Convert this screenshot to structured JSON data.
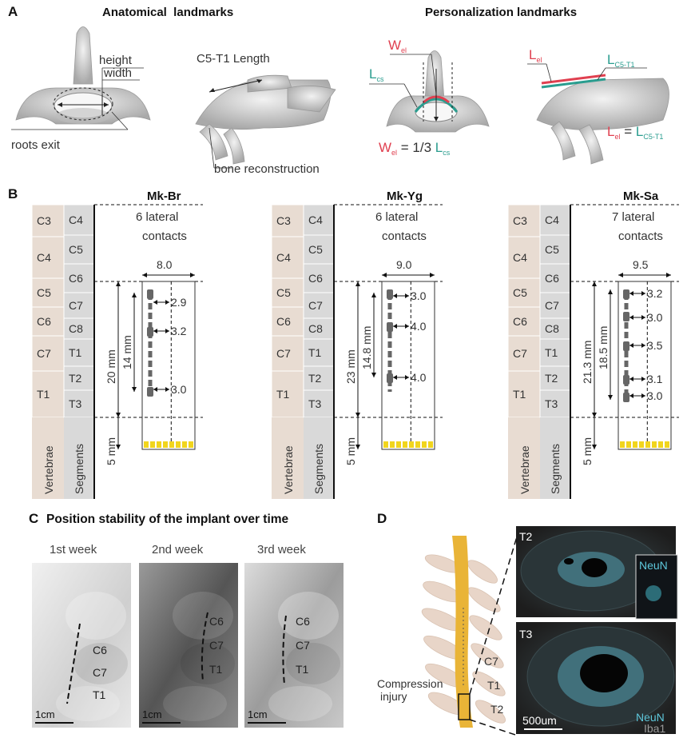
{
  "panels": {
    "A": {
      "label": "A",
      "title_left": "Anatomical  landmarks",
      "title_right": "Personalization landmarks",
      "height_label": "height",
      "width_label": "width",
      "roots_label": "roots exit",
      "length_label": "C5-T1 Length",
      "bone_label": "bone reconstruction",
      "wel_main": "W",
      "wel_sub": "el",
      "lcs_main": "L",
      "lcs_sub": "cs",
      "lel_main": "L",
      "lel_sub": "el",
      "lc5_main": "L",
      "lc5_sub": "C5-T1",
      "formula1_a": "W",
      "formula1_sub": "el",
      "formula1_b": " = 1/3 ",
      "formula1_c": "L",
      "formula1_csub": "cs",
      "formula2_a": "L",
      "formula2_sub": "el",
      "formula2_b": " = ",
      "formula2_c": "L",
      "formula2_csub": "C5-T1"
    },
    "B": {
      "label": "B",
      "vert_label": "Vertebrae",
      "seg_label": "Segments",
      "sub_b": "Mk-Br",
      "sub_c": "Mk-Yg",
      "sub_d": "Mk-Sa",
      "contacts_b": [
        "6 lateral",
        "contacts"
      ],
      "contacts_c": [
        "6 lateral",
        "contacts"
      ],
      "contacts_d": [
        "7 lateral",
        "contacts"
      ],
      "vertebrae": [
        "C3",
        "C4",
        "C5",
        "C6",
        "C7",
        "T1"
      ],
      "segments": [
        "C4",
        "C5",
        "C6",
        "C7",
        "C8",
        "T1",
        "T2",
        "T3"
      ],
      "width_b": "8.0",
      "width_c": "9.0",
      "width_d": "9.5",
      "outer_b": "20 mm",
      "inner_b": "14 mm",
      "outer_c": "23 mm",
      "inner_c": "14.8 mm",
      "outer_d": "21.3 mm",
      "inner_d": "18.5 mm",
      "bottom_b": "5 mm",
      "bottom_c": "5 mm",
      "bottom_d": "5 mm",
      "gaps_b": [
        "2.9",
        "3.2",
        "3.0"
      ],
      "gaps_c": [
        "3.0",
        "4.0",
        "4.0"
      ],
      "gaps_d": [
        "3.2",
        "3.0",
        "3.5",
        "3.1",
        "3.0"
      ]
    },
    "C": {
      "label": "C",
      "title": "Position stability of the implant over time",
      "weeks": [
        "1st week",
        "2nd week",
        "3rd week"
      ],
      "levels": [
        "C6",
        "C7",
        "T1"
      ],
      "scale": "1cm"
    },
    "D": {
      "label": "D",
      "levels": [
        "C7",
        "T1",
        "T2"
      ],
      "injury": [
        "Compression",
        "injury"
      ],
      "t2": "T2",
      "t3": "T3",
      "neun_top": "NeuN",
      "neun_bottom": "NeuN",
      "iba1": "Iba1",
      "scale": "500um"
    }
  },
  "colors": {
    "teal": "#2a9d8f",
    "red": "#e04050",
    "vert_fill": "#e8dcd2",
    "seg_fill": "#d9d9d9",
    "yellow": "#f1d51d",
    "contact": "#666666",
    "bone": "#c8c8c8",
    "cord": "#e9b437",
    "cyan": "#5ec8dc"
  }
}
